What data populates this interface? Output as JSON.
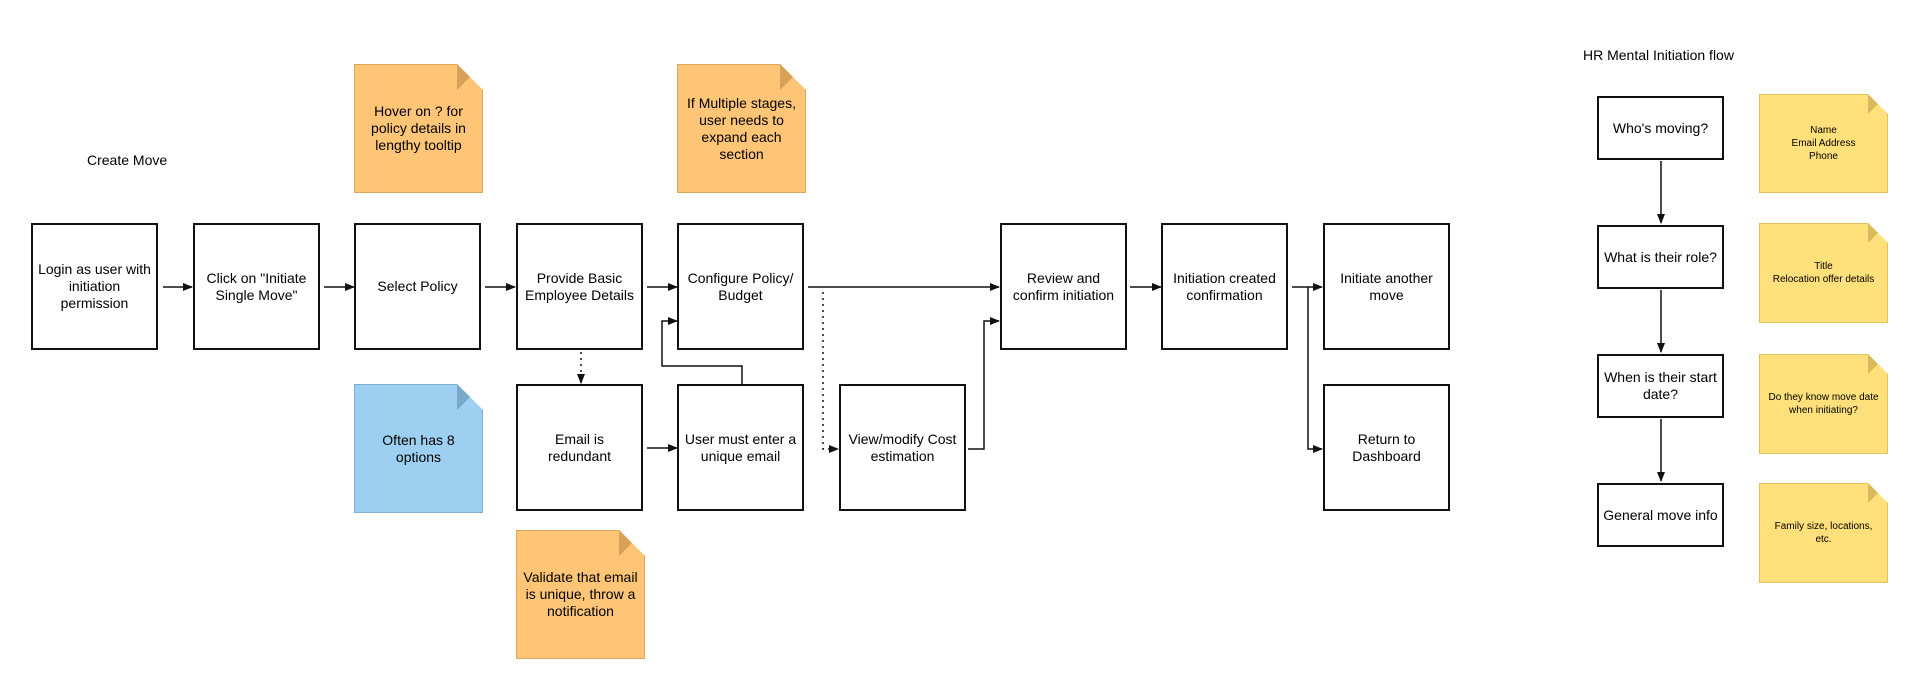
{
  "titles": {
    "create_move": "Create Move",
    "hr_flow": "HR Mental Initiation flow"
  },
  "create_move": {
    "login": "Login as user with\ninitiation\npermission",
    "initiate_single": "Click on \"Initiate\nSingle Move\"",
    "select_policy": "Select Policy",
    "basic_details": "Provide Basic\nEmployee Details",
    "configure_policy": "Configure Policy/\nBudget",
    "review_confirm": "Review and\nconfirm initiation",
    "initiation_created": "Initiation created\nconfirmation",
    "initiate_another": "Initiate another\nmove",
    "email_redundant": "Email is redundant",
    "unique_email": "User must enter a\nunique email",
    "cost_estimation": "View/modify Cost\nestimation",
    "return_dashboard": "Return to\nDashboard"
  },
  "notes": {
    "policy_tooltip": "Hover on ? for\npolicy details in\nlengthy tooltip",
    "multiple_stages": "If Multiple stages,\nuser needs to\nexpand each\nsection",
    "eight_options": "Often has 8\noptions",
    "validate_email": "Validate that email\nis unique, throw a\nnotification"
  },
  "hr_flow": {
    "whos_moving": "Who's moving?",
    "role": "What is their role?",
    "start_date": "When is their start\ndate?",
    "general_info": "General move info",
    "note_name": "Name\nEmail Address\nPhone",
    "note_title": "Title\nRelocation offer details",
    "note_move_date": "Do they know move date\nwhen initiating?",
    "note_family": "Family size, locations,\netc."
  },
  "colors": {
    "orange_note": "#fec577",
    "blue_note": "#9dcff0",
    "yellow_note": "#ffe07a",
    "line": "#111111"
  }
}
